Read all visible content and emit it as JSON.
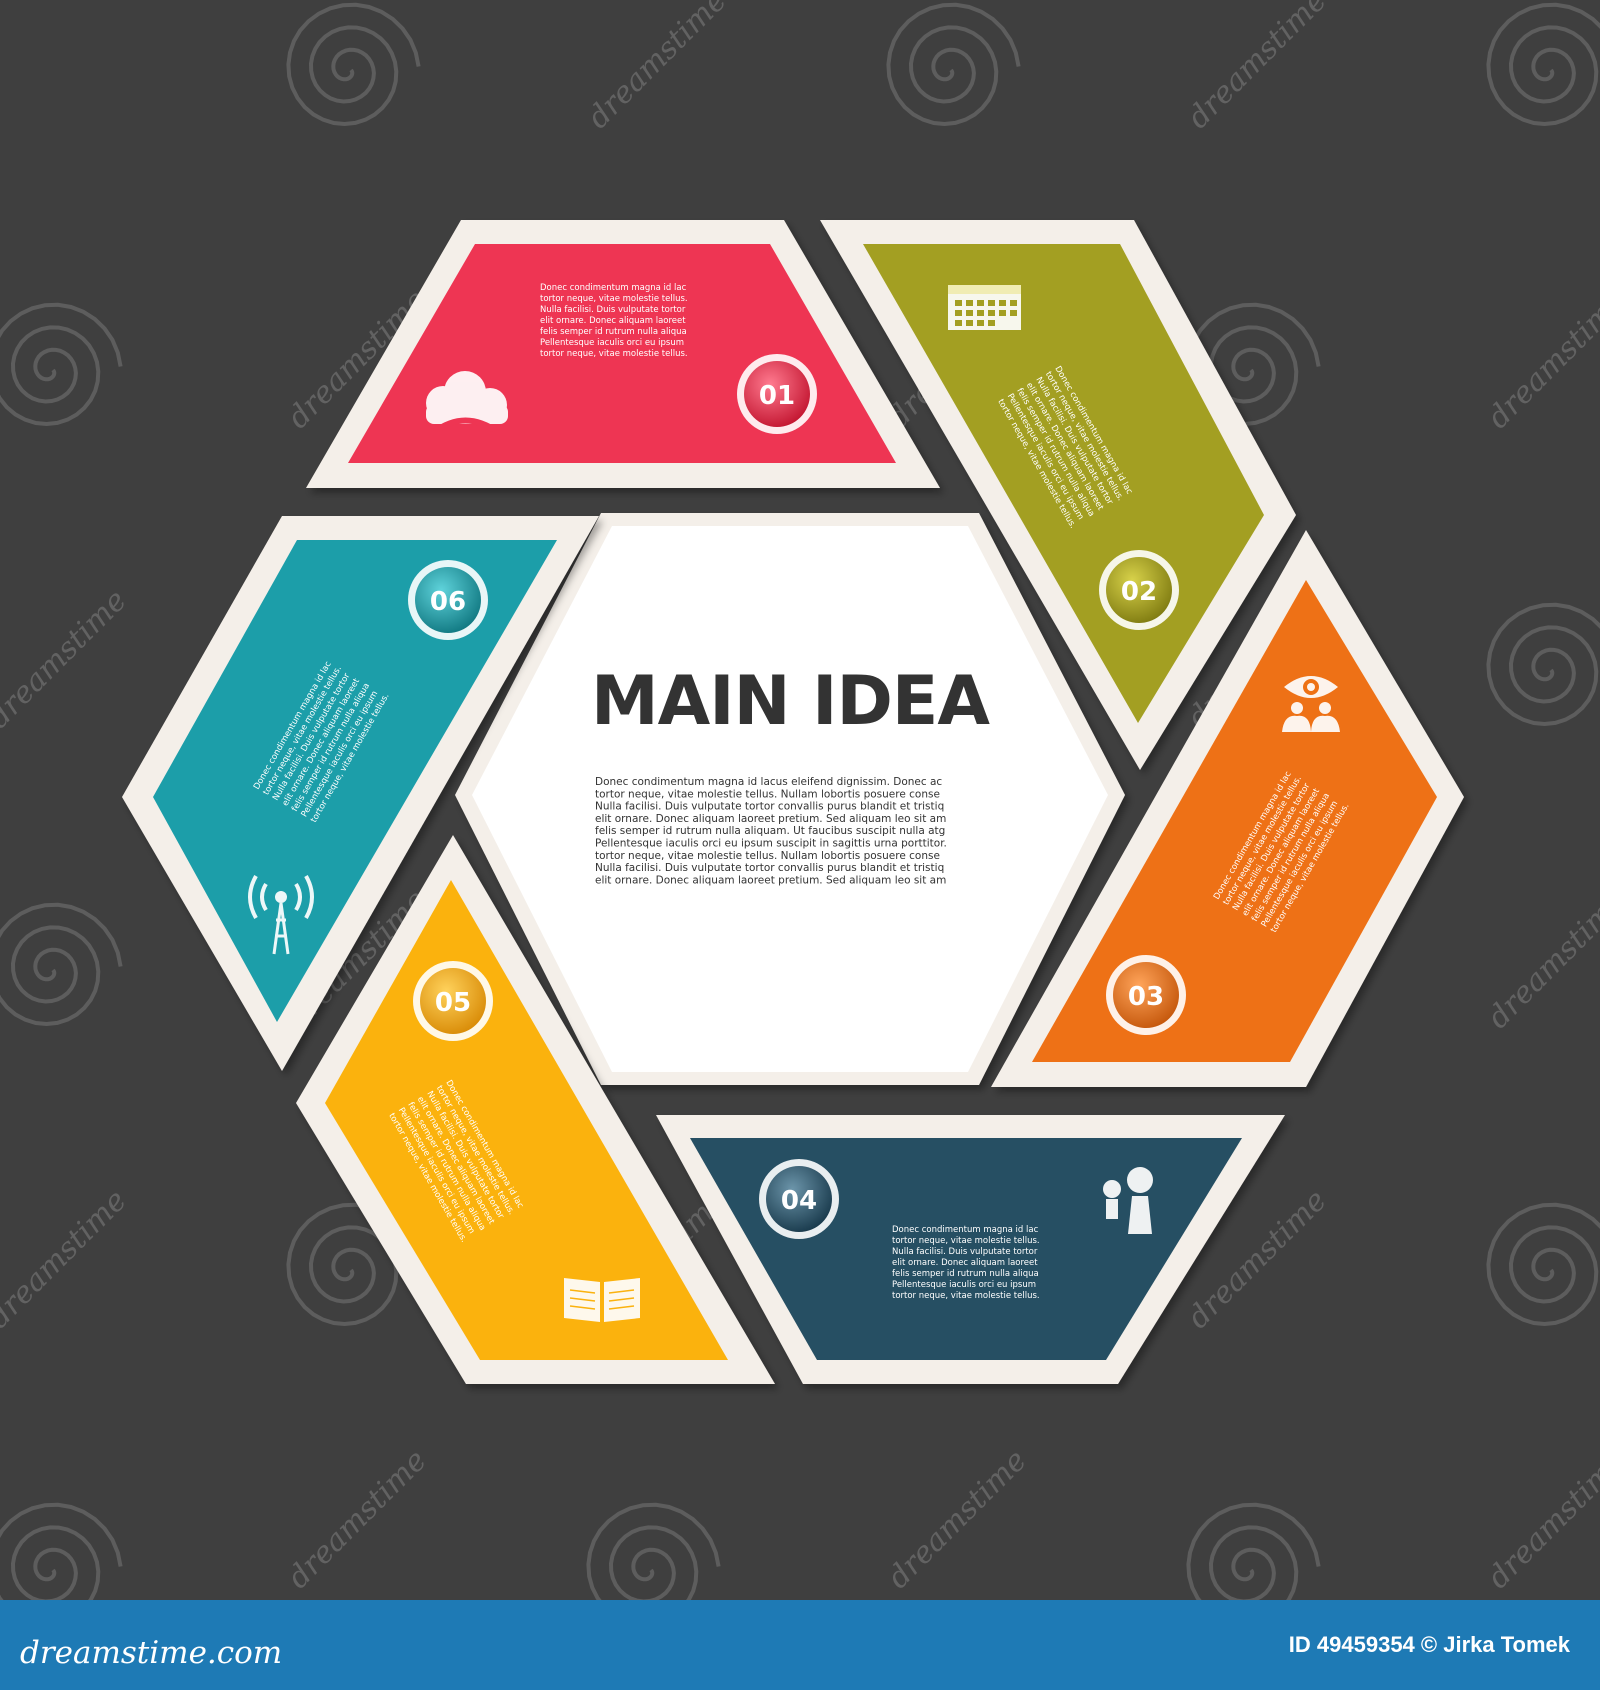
{
  "colors": {
    "background": "#3f3f3f",
    "frame": "#f4efe9",
    "p1": "#ee3653",
    "p2": "#a39f22",
    "p3": "#ee7114",
    "p4": "#264f63",
    "p5": "#fbb20f",
    "p6": "#1a9ea9",
    "footer": "#1e7ab5"
  },
  "main_idea": {
    "title": "MAIN IDEA",
    "lines": [
      "Donec condimentum magna id lacus eleifend dignissim. Donec ac",
      "tortor neque, vitae molestie tellus. Nullam lobortis posuere  conse",
      "Nulla facilisi. Duis vulputate tortor convallis purus blandit et tristiq",
      "elit ornare. Donec aliquam laoreet pretium. Sed aliquam leo sit am",
      "felis semper id rutrum nulla aliquam. Ut faucibus suscipit nulla atg",
      "Pellentesque iaculis orci eu ipsum suscipit in sagittis urna porttitor.",
      "tortor neque, vitae molestie tellus. Nullam lobortis posuere  conse",
      "Nulla facilisi. Duis vulputate tortor convallis purus blandit et tristiq",
      "elit ornare. Donec aliquam laoreet pretium. Sed aliquam leo sit am"
    ]
  },
  "steps": [
    {
      "number": "01",
      "icon": "cloud-icon",
      "lines": [
        "Donec condimentum magna id lac",
        "tortor neque, vitae molestie tellus.",
        "Nulla facilisi. Duis vulputate tortor",
        "elit ornare. Donec aliquam laoreet",
        "felis semper id rutrum nulla aliqua",
        "Pellentesque iaculis orci eu ipsum",
        "tortor neque, vitae molestie tellus."
      ]
    },
    {
      "number": "02",
      "icon": "calendar-icon",
      "lines": [
        "Donec condimentum magna id lac",
        "tortor neque, vitae molestie tellus.",
        "Nulla facilisi. Duis vulputate tortor",
        "elit ornare. Donec aliquam laoreet",
        "felis semper id rutrum nulla aliqua",
        "Pellentesque iaculis orci eu ipsum",
        "tortor neque, vitae molestie tellus."
      ]
    },
    {
      "number": "03",
      "icon": "eye-people-icon",
      "lines": [
        "Donec condimentum magna id lac",
        "tortor neque, vitae molestie tellus.",
        "Nulla facilisi. Duis vulputate tortor",
        "elit ornare. Donec aliquam laoreet",
        "felis semper id rutrum nulla aliqua",
        "Pellentesque iaculis orci eu ipsum",
        "tortor neque, vitae molestie tellus."
      ]
    },
    {
      "number": "04",
      "icon": "ideas-people-icon",
      "lines": [
        "Donec condimentum magna id lac",
        "tortor neque, vitae molestie tellus.",
        "Nulla facilisi. Duis vulputate tortor",
        "elit ornare. Donec aliquam laoreet",
        "felis semper id rutrum nulla aliqua",
        "Pellentesque iaculis orci eu ipsum",
        "tortor neque, vitae molestie tellus."
      ]
    },
    {
      "number": "05",
      "icon": "book-icon",
      "lines": [
        "Donec condimentum magna id lac",
        "tortor neque, vitae molestie tellus.",
        "Nulla facilisi. Duis vulputate tortor",
        "elit ornare. Donec aliquam laoreet",
        "felis semper id rutrum nulla aliqua",
        "Pellentesque iaculis orci eu ipsum",
        "tortor neque, vitae molestie tellus."
      ]
    },
    {
      "number": "06",
      "icon": "antenna-icon",
      "lines": [
        "Donec condimentum magna id lac",
        "tortor neque, vitae molestie tellus.",
        "Nulla facilisi. Duis vulputate tortor",
        "elit ornare. Donec aliquam laoreet",
        "felis semper id rutrum nulla aliqua",
        "Pellentesque iaculis orci eu ipsum",
        "tortor neque, vitae molestie tellus."
      ]
    }
  ],
  "watermark": {
    "text": "dreamstime",
    "footer_brand": "dreamstime.com",
    "footer_id": "ID 49459354 © Jirka Tomek"
  }
}
